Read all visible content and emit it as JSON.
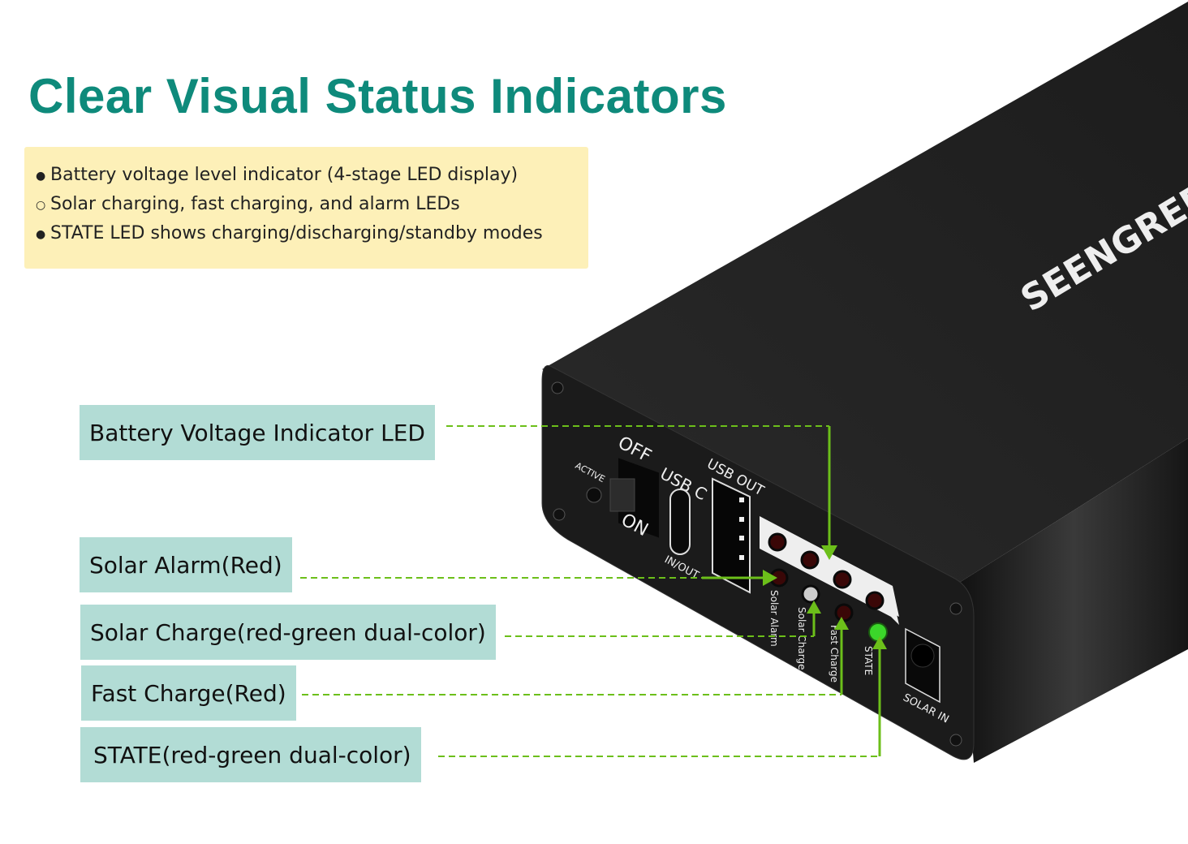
{
  "title": "Clear Visual Status Indicators",
  "bullets": [
    {
      "marker": "●",
      "text": "Battery voltage level indicator (4-stage LED display)"
    },
    {
      "marker": "○",
      "text": "Solar charging, fast charging, and alarm LEDs"
    },
    {
      "marker": "●",
      "text": "STATE LED shows charging/discharging/standby modes"
    }
  ],
  "callouts": {
    "battery_voltage": "Battery Voltage Indicator LED",
    "solar_alarm": "Solar Alarm(Red)",
    "solar_charge": "Solar Charge(red-green dual-color)",
    "fast_charge": "Fast Charge(Red)",
    "state": "STATE(red-green dual-color)"
  },
  "device": {
    "brand": "SEENGREEN",
    "off": "OFF",
    "on": "ON",
    "active": "ACTIVE",
    "usb_c": "USB C",
    "in_out": "IN/OUT",
    "usb_out": "USB OUT",
    "solar_alarm": "Solar Alarm",
    "solar_charge": "Solar Charge",
    "fast_charge": "Fast Charge",
    "state": "STATE",
    "solar_in": "SOLAR IN"
  },
  "colors": {
    "title": "#0e8a7b",
    "callout_bg": "#b2dcd5",
    "note_bg": "#fdf0b8",
    "leader": "#6cbf1a"
  }
}
